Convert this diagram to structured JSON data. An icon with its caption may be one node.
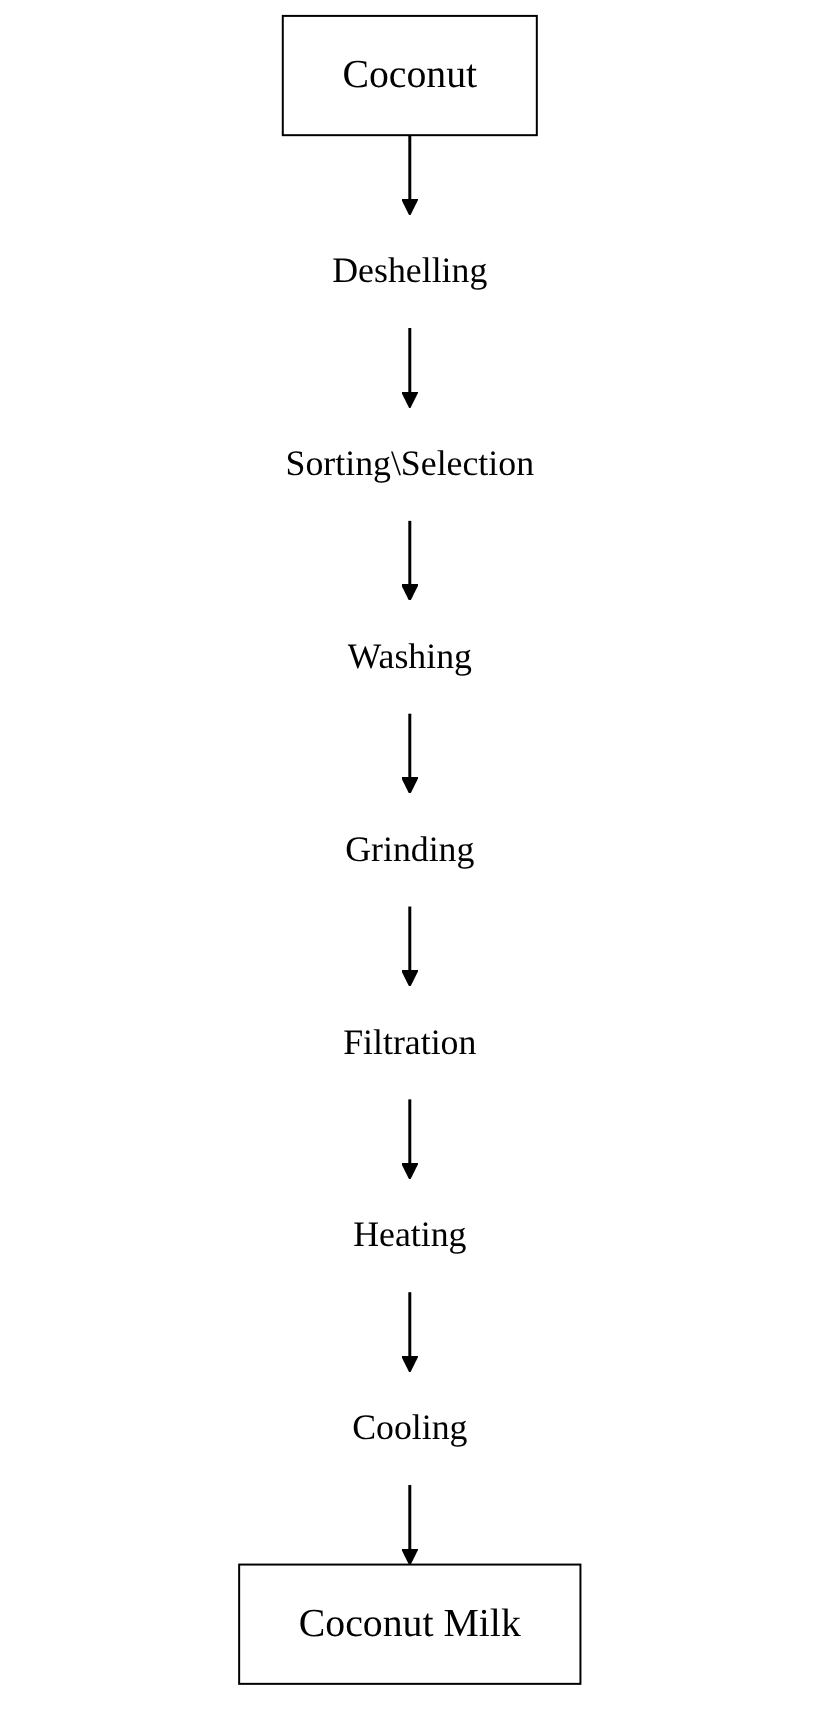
{
  "diagram": {
    "nodes": [
      {
        "text": [
          "Coconut"
        ]
      },
      {
        "text": [
          "Deshelling"
        ]
      },
      {
        "text": [
          "Sorting\\Selection"
        ]
      },
      {
        "text": [
          "Washing"
        ]
      },
      {
        "text": [
          "Grinding"
        ]
      },
      {
        "text": [
          "Filtration"
        ]
      },
      {
        "text": [
          "Heating"
        ]
      },
      {
        "text": [
          "Cooling"
        ]
      },
      {
        "text": [
          "Coconut Milk"
        ]
      }
    ],
    "edges": [
      {
        "from": 0,
        "to": 1,
        "arrow": "to"
      },
      {
        "from": 1,
        "to": 2,
        "arrow": "to"
      },
      {
        "from": 2,
        "to": 3,
        "arrow": "to"
      },
      {
        "from": 3,
        "to": 4,
        "arrow": "to"
      },
      {
        "from": 4,
        "to": 5,
        "arrow": "to"
      },
      {
        "from": 5,
        "to": 6,
        "arrow": "to"
      },
      {
        "from": 6,
        "to": 7,
        "arrow": "to"
      },
      {
        "from": 7,
        "to": 8,
        "arrow": "to"
      }
    ]
  }
}
